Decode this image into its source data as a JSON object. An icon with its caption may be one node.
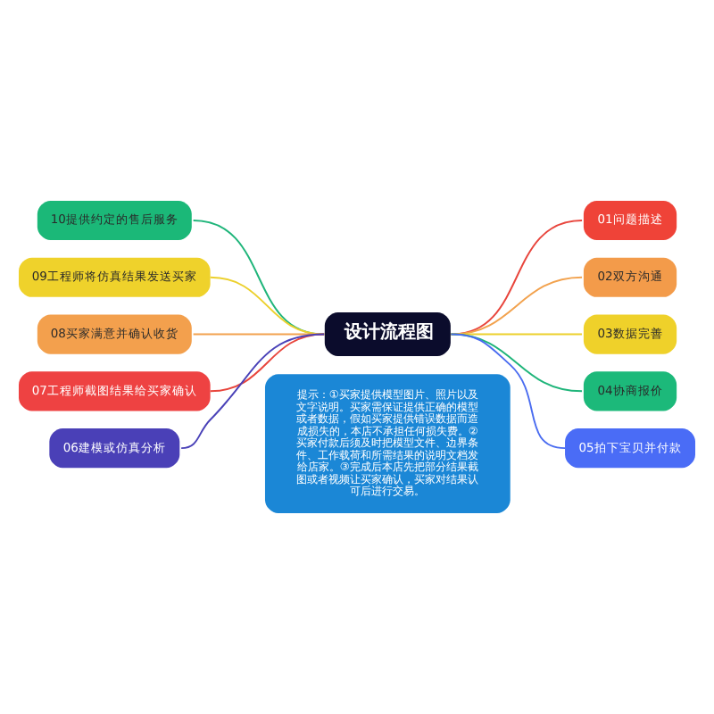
{
  "diagram": {
    "nodes": [
      {
        "text": [
          "设计流程图"
        ]
      },
      {
        "text": [
          "01问题描述"
        ]
      },
      {
        "text": [
          "02双方沟通"
        ]
      },
      {
        "text": [
          "03数据完善"
        ]
      },
      {
        "text": [
          "04协商报价"
        ]
      },
      {
        "text": [
          "05拍下宝贝并付款"
        ]
      },
      {
        "text": [
          "06建模或仿真分析"
        ]
      },
      {
        "text": [
          "07工程师截图结果给买家确认"
        ]
      },
      {
        "text": [
          "08买家满意并确认收货"
        ]
      },
      {
        "text": [
          "09工程师将仿真结果发送买家"
        ]
      },
      {
        "text": [
          "10提供约定的售后服务"
        ]
      },
      {
        "text": [
          "提示：①买家提供模型图片、照片以及文字说明。买家需保证提供正确的模型或者数据，假如买家提供错误数据而造成损失的，本店不承担任何损失费。②买家付款后须及时把模型文件、边界条件、工作载荷和所需结果的说明文档发给店家。③完成后本店先把部分结果截图或者视频让买家确认，买家对结果认可后进行交易。"
        ]
      }
    ],
    "edges": [
      {
        "from": 0,
        "to": 1,
        "arrow": "none",
        "color": "#e8453c"
      },
      {
        "from": 0,
        "to": 2,
        "arrow": "none",
        "color": "#f2a24e"
      },
      {
        "from": 0,
        "to": 3,
        "arrow": "none",
        "color": "#ecd02c"
      },
      {
        "from": 0,
        "to": 4,
        "arrow": "none",
        "color": "#1fb57a"
      },
      {
        "from": 0,
        "to": 5,
        "arrow": "none",
        "color": "#4a6cf0"
      },
      {
        "from": 6,
        "to": 0,
        "arrow": "none",
        "color": "#4a42b8"
      },
      {
        "from": 7,
        "to": 0,
        "arrow": "none",
        "color": "#e8453c"
      },
      {
        "from": 8,
        "to": 0,
        "arrow": "none",
        "color": "#f2a24e"
      },
      {
        "from": 9,
        "to": 0,
        "arrow": "none",
        "color": "#ecd02c"
      },
      {
        "from": 10,
        "to": 0,
        "arrow": "none",
        "color": "#1fb57a"
      }
    ]
  }
}
